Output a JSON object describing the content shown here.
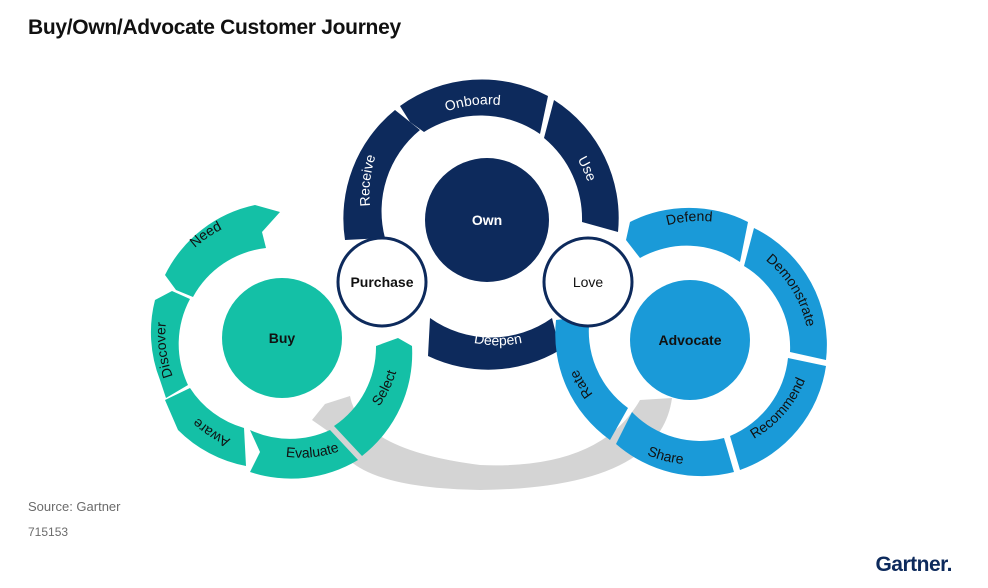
{
  "title": "Buy/Own/Advocate Customer Journey",
  "source": "Source: Gartner",
  "doc_id": "715153",
  "logo": "Gartner",
  "colors": {
    "buy": "#14c0a6",
    "buy_hub": "#14c0a6",
    "own": "#0d2a5c",
    "own_hub": "#0d2a5c",
    "advocate": "#1a9ad8",
    "advocate_hub": "#1a9ad8",
    "return_arrow": "#d4d4d4"
  },
  "diagram": {
    "buy": {
      "hub": "Buy",
      "stages": [
        "Need",
        "Discover",
        "Aware",
        "Evaluate",
        "Select"
      ]
    },
    "own": {
      "hub": "Own",
      "stages": [
        "Receive",
        "Onboard",
        "Use",
        "Deepen"
      ]
    },
    "advocate": {
      "hub": "Advocate",
      "stages": [
        "Defend",
        "Demonstrate",
        "Recommend",
        "Share",
        "Rate"
      ]
    },
    "links": {
      "buy_to_own": "Purchase",
      "own_to_advocate": "Love"
    }
  }
}
